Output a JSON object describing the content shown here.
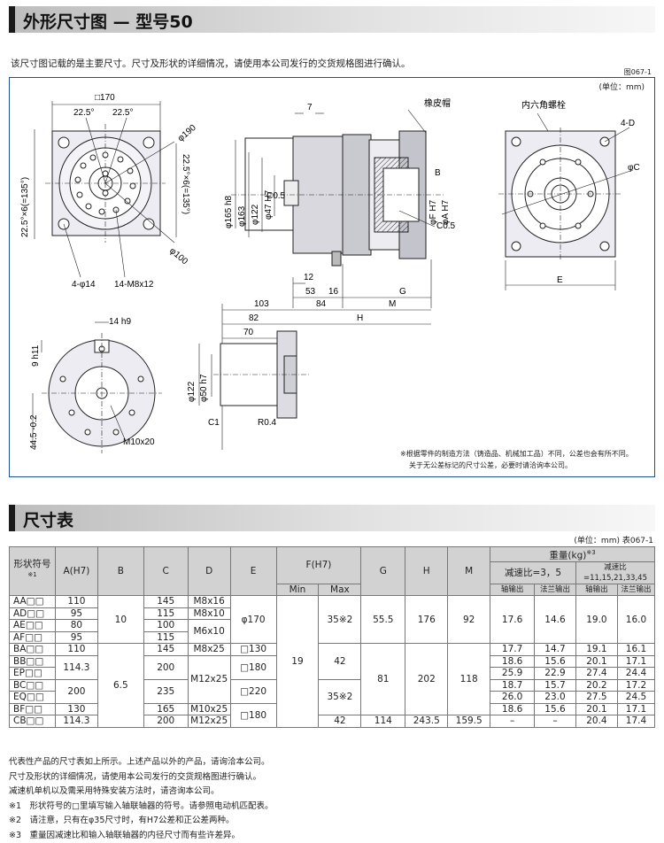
{
  "header1": {
    "title": "外形尺寸图 — 型号50"
  },
  "intro": "该尺寸图记载的是主要尺寸。尺寸及形状的详细情况，请使用本公司发行的交货规格图进行确认。",
  "fig_no": "图067-1",
  "unit_top": "(单位：mm)",
  "drawing": {
    "front": {
      "sq": "□170",
      "ang1": "22.5°",
      "ang2": "22.5°",
      "dia190": "φ190",
      "side_left": "22.5°×6(=135°)",
      "side_right": "22.5°×6(=135°)",
      "dia100": "φ100",
      "holes1": "4-φ14",
      "holes2": "14-M8x12"
    },
    "side": {
      "d165": "φ165 h8",
      "d163": "φ163",
      "d122": "φ122",
      "d47": "φ47 H7",
      "c05": "C0.5",
      "c05b": "C0.5",
      "seven": "7",
      "rubber": "橡皮帽",
      "hex": "内六角螺栓",
      "b": "B",
      "f": "φF H7",
      "a": "φA H7",
      "d12": "12",
      "d53": "53",
      "d16": "16",
      "g": "G",
      "d103": "103",
      "d84": "84",
      "m": "M",
      "d82": "82",
      "h": "H",
      "d70": "70",
      "shaft122": "φ122",
      "shaft50": "φ50 h7",
      "c1": "C1",
      "r04": "R0.4"
    },
    "right": {
      "fourd": "4-D",
      "dc": "φC",
      "e": "E"
    },
    "small": {
      "key": "14 h9",
      "nine": "9 h11",
      "h445": "44.5 -0.2",
      "m10": "M10x20"
    }
  },
  "notes": [
    "※根据零件的制造方法（铸造品、机械加工品）不同，公差也会有所不同。",
    "关于无公差标记的尺寸公差，必要时请洽询本公司。"
  ],
  "header2": {
    "title": "尺寸表"
  },
  "table_unit": "(单位：mm) 表067-1",
  "table": {
    "h_code": "形状符号",
    "h_a": "A(H7)",
    "h_b": "B",
    "h_c": "C",
    "h_d": "D",
    "h_e": "E",
    "h_f": "F(H7)",
    "h_fmin": "Min",
    "h_fmax": "Max",
    "h_g": "G",
    "h_h": "H",
    "h_m": "M",
    "h_weight": "重量(kg)",
    "h_r1": "减速比=3，5",
    "h_r2": "减速比=11,15,21,33,45",
    "h_shaft": "轴输出",
    "h_flange": "法兰输出",
    "codes": [
      "AA□□",
      "AD□□",
      "AE□□",
      "AF□□",
      "BA□□",
      "BB□□",
      "EP□□",
      "BC□□",
      "EQ□□",
      "BF□□",
      "CB□□"
    ],
    "a": [
      "110",
      "95",
      "80",
      "95",
      "110",
      "114.3",
      "200",
      "130",
      "114.3"
    ],
    "b": [
      "10",
      "6.5"
    ],
    "c": [
      "145",
      "115",
      "100",
      "115",
      "145",
      "200",
      "235",
      "165",
      "200"
    ],
    "d": [
      "M8x16",
      "M8x10",
      "M6x10",
      "M8x25",
      "M12x25",
      "M10x25",
      "M12x25"
    ],
    "e": [
      "φ170",
      "□130",
      "□180",
      "□220",
      "□180"
    ],
    "fmin": "19",
    "fmax": [
      "35※2",
      "42",
      "35※2",
      "42"
    ],
    "g": [
      "55.5",
      "81",
      "114"
    ],
    "hh": [
      "176",
      "202",
      "243.5"
    ],
    "m": [
      "92",
      "118",
      "159.5"
    ],
    "w1": [
      "17.6",
      "17.7",
      "18.6",
      "25.9",
      "18.7",
      "26.0",
      "18.6",
      "–"
    ],
    "w2": [
      "14.6",
      "14.7",
      "15.6",
      "22.9",
      "15.7",
      "23.0",
      "15.6",
      "–"
    ],
    "w3": [
      "19.0",
      "19.1",
      "20.1",
      "27.4",
      "20.2",
      "27.5",
      "20.1",
      "20.4"
    ],
    "w4": [
      "16.0",
      "16.1",
      "17.1",
      "24.4",
      "17.2",
      "24.5",
      "17.1",
      "17.4"
    ]
  },
  "footnotes": [
    "代表性产品的尺寸表如上所示。上述产品以外的产品，请询洽本公司。",
    "尺寸及形状的详细情况，请使用本公司发行的交货规格图进行确认。",
    "减速机单机以及需采用特殊安装方法时，请咨询本公司。",
    "※1　形状符号的□里填写输入轴联轴器的符号。请参照电动机匹配表。",
    "※2　请注意，只有在φ35尺寸时，有H7公差和正公差两种。",
    "※3　重量因减速比和输入轴联轴器的内径尺寸而有些许差异。"
  ]
}
